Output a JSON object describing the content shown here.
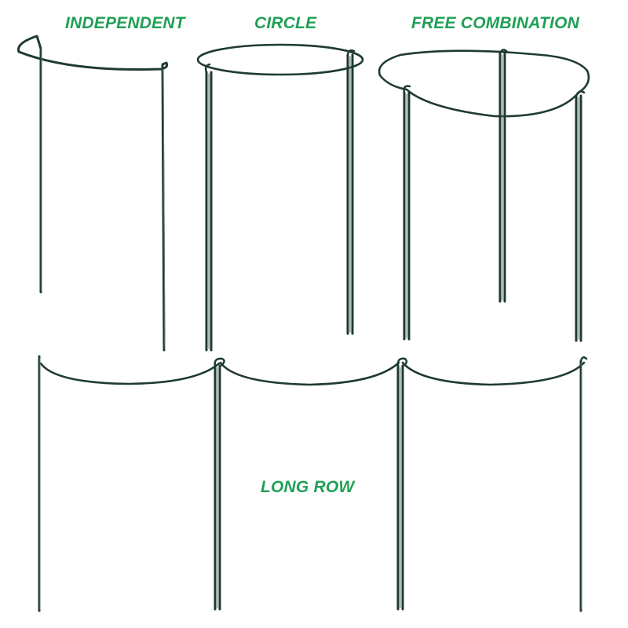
{
  "labels": {
    "independent": "INDEPENDENT",
    "circle": "CIRCLE",
    "free_combination": "FREE COMBINATION",
    "long_row": "LONG ROW"
  },
  "colors": {
    "label_green": "#1fa055",
    "rod_dark": "#1f3a33",
    "rod_highlight": "#5f7c73",
    "background": "#ffffff"
  }
}
